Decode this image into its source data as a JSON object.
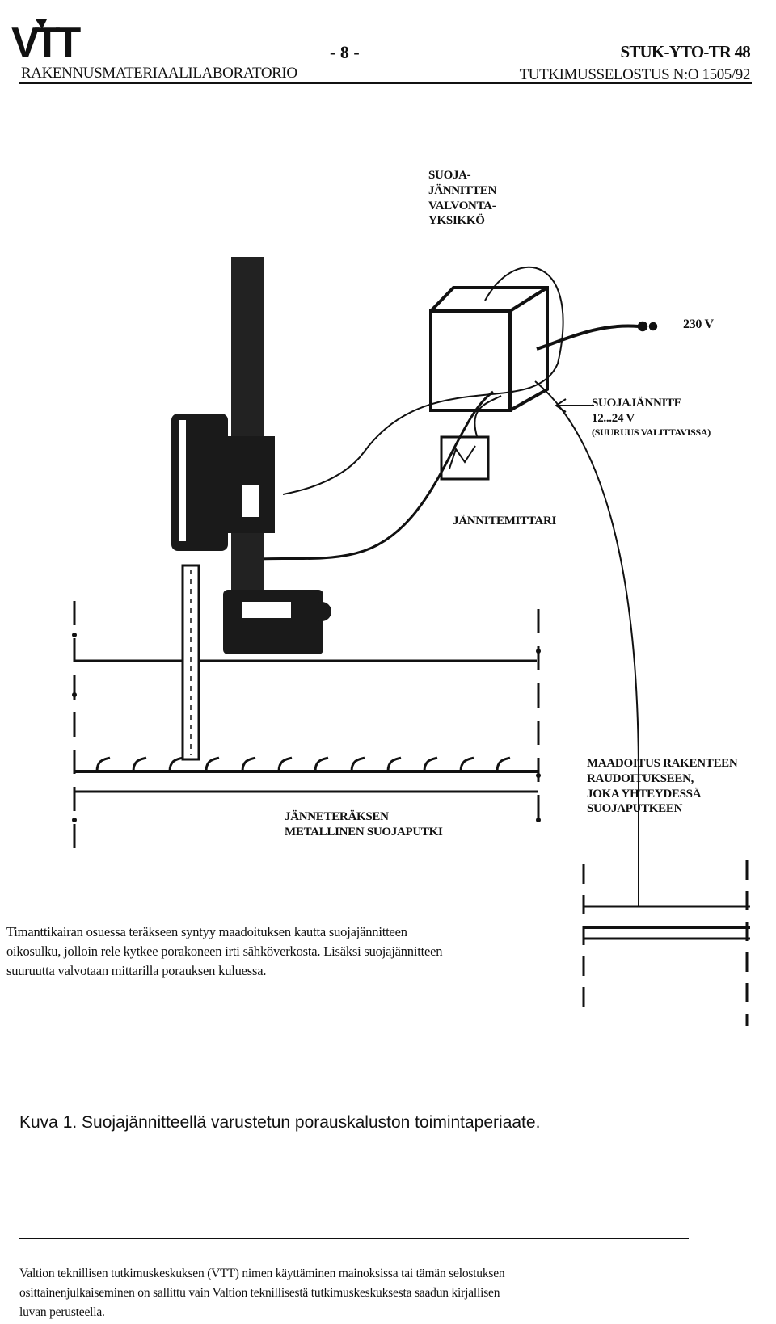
{
  "header": {
    "logo_text": "VTT",
    "lab": "RAKENNUSMATERIAALILABORATORIO",
    "page_number": "- 8 -",
    "report_id": "STUK-YTO-TR 48",
    "report_sub": "TUTKIMUSSELOSTUS N:O 1505/92"
  },
  "diagram": {
    "monitor_label": [
      "SUOJA-",
      "JÄNNITTEN",
      "VALVONTA-",
      "YKSIKKÖ"
    ],
    "mains_label": "230 V",
    "protect_voltage": [
      "SUOJAJÄNNITE",
      "12...24 V",
      "(suuruus valittavissa)"
    ],
    "meter_label": "JÄNNITEMITTARI",
    "grounding_label": [
      "MAADOITUS RAKENTEEN",
      "RAUDOITUKSEEN,",
      "JOKA YHTEYDESSÄ",
      "SUOJAPUTKEEN"
    ],
    "pipe_label": [
      "JÄNNETERÄKSEN",
      "METALLINEN SUOJAPUTKI"
    ]
  },
  "body_text": [
    "Timanttikairan osuessa teräkseen syntyy maadoituksen kautta suojajännitteen",
    "oikosulku, jolloin rele kytkee porakoneen irti sähköverkosta. Lisäksi suojajännitteen",
    "suuruutta valvotaan mittarilla porauksen kuluessa."
  ],
  "caption": "Kuva 1.  Suojajännitteellä varustetun porauskaluston toimintaperiaate.",
  "footer": [
    "Valtion teknillisen tutkimuskeskuksen (VTT) nimen käyttäminen mainoksissa tai tämän selostuksen",
    "osittainenjulkaiseminen on sallittu vain Valtion teknillisestä tutkimuskeskuksesta saadun kirjallisen",
    "luvan perusteella."
  ]
}
